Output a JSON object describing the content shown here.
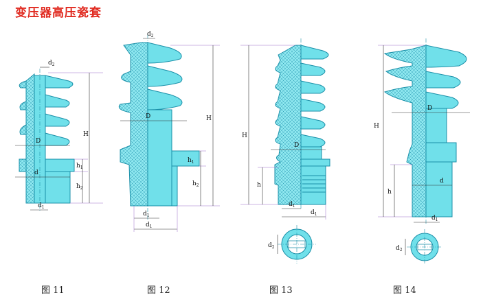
{
  "title": "变压器高压瓷套",
  "figures": [
    {
      "caption": "图 11"
    },
    {
      "caption": "图 12"
    },
    {
      "caption": "图 13"
    },
    {
      "caption": "图 14"
    }
  ],
  "labels": {
    "H": "H",
    "D": "D",
    "d": "d",
    "h": "h",
    "d1": "1",
    "d2": "2",
    "h1": "1",
    "h2": "2"
  },
  "colors": {
    "title": "#e0281e",
    "porcelain": "#70e0ea",
    "outline": "#1a8fa8"
  }
}
